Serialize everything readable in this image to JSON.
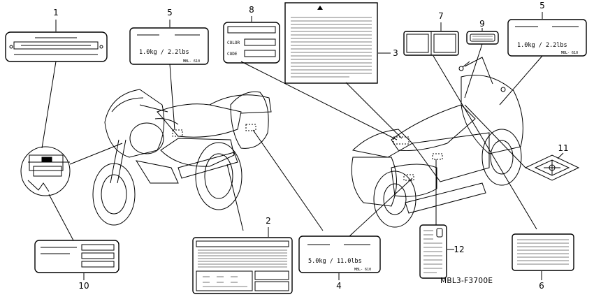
{
  "figure_code": "MBL3-F3700E",
  "callouts": {
    "c1": "1",
    "c2": "2",
    "c3": "3",
    "c4": "4",
    "c5a": "5",
    "c5b": "5",
    "c6": "6",
    "c7": "7",
    "c8": "8",
    "c9": "9",
    "c10": "10",
    "c11": "11",
    "c12": "12"
  },
  "labels": {
    "load_5_left": "1.0kg  / 2.2lbs",
    "load_5_right": "1.0kg  / 2.2lbs",
    "load_4": "5.0kg  / 11.0lbs",
    "part_code_5_left": "MBL- 610",
    "part_code_5_right": "MBL- 610",
    "part_code_4": "MBL- 610",
    "color_field": "COLOR",
    "code_field": "CODE"
  },
  "colors": {
    "ink": "#000000",
    "paper": "#ffffff"
  }
}
